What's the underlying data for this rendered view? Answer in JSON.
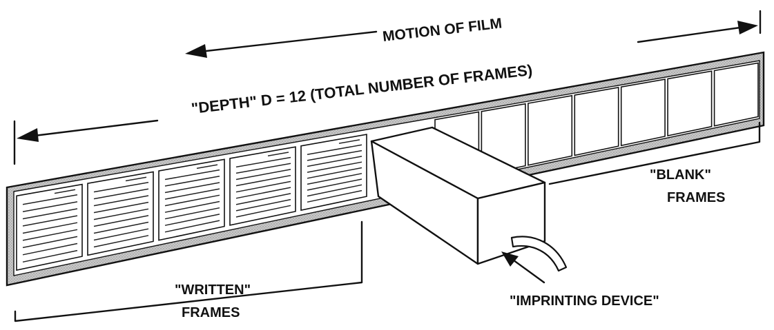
{
  "labels": {
    "motion": "MOTION OF FILM",
    "depth": "\"DEPTH\" D = 12 (TOTAL NUMBER OF FRAMES)",
    "written_line1": "\"WRITTEN\"",
    "written_line2": "FRAMES",
    "blank_line1": "\"BLANK\"",
    "blank_line2": "FRAMES",
    "device": "\"IMPRINTING DEVICE\""
  },
  "film": {
    "total_frames": 12,
    "written_frames": 5,
    "blank_frames": 7
  },
  "colors": {
    "ink": "#111111",
    "film_gray": "#bdbdbd",
    "frame_white": "#ffffff",
    "background": "#ffffff"
  }
}
